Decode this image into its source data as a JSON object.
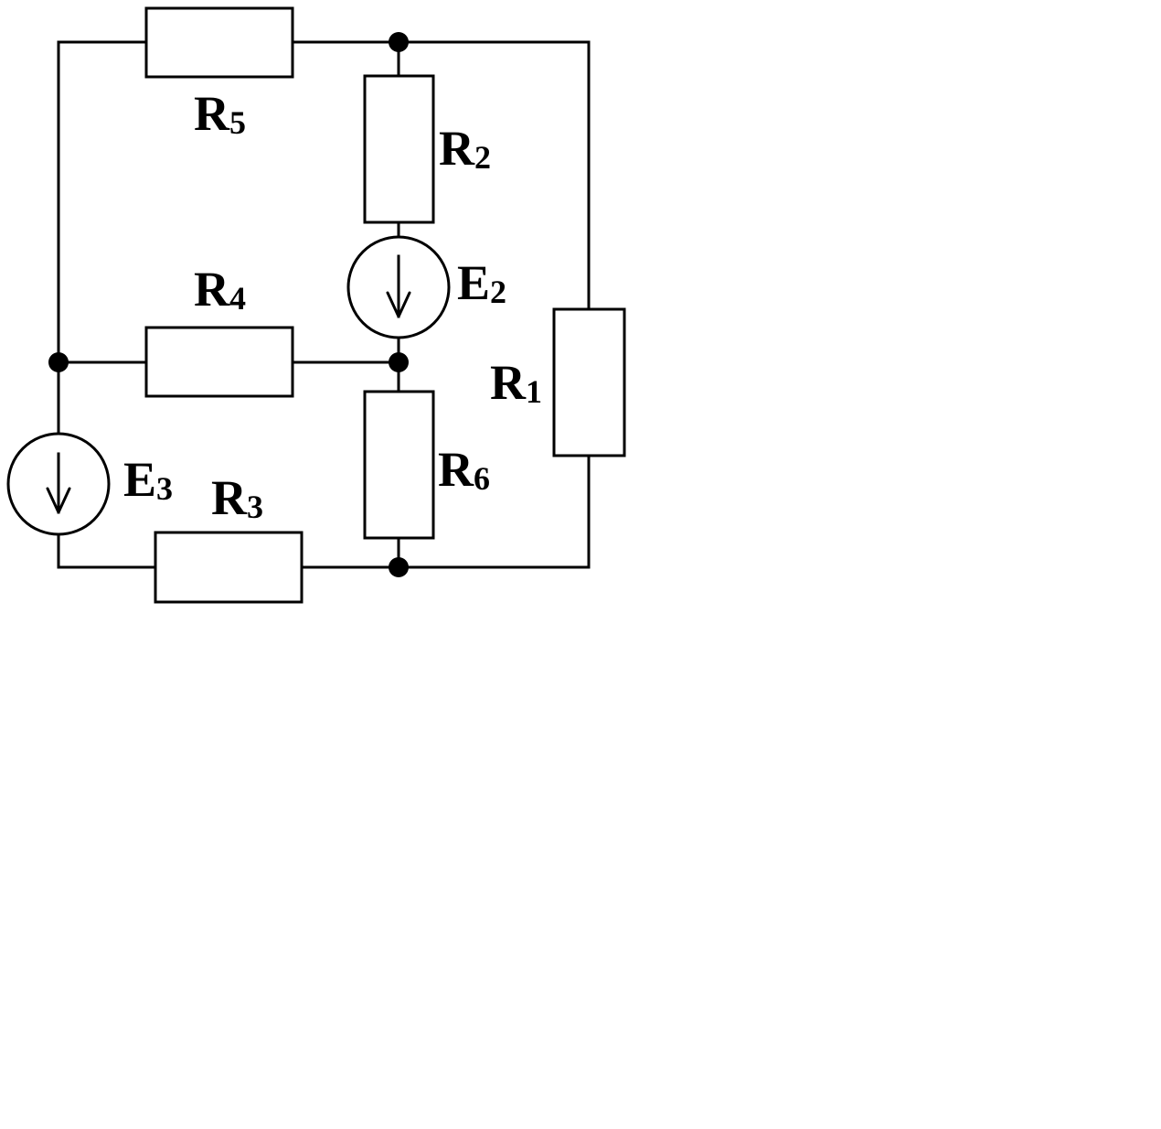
{
  "diagram": {
    "resistors": {
      "r1": {
        "name": "R",
        "sub": "1"
      },
      "r2": {
        "name": "R",
        "sub": "2"
      },
      "r3": {
        "name": "R",
        "sub": "3"
      },
      "r4": {
        "name": "R",
        "sub": "4"
      },
      "r5": {
        "name": "R",
        "sub": "5"
      },
      "r6": {
        "name": "R",
        "sub": "6"
      }
    },
    "sources": {
      "e2": {
        "name": "E",
        "sub": "2",
        "direction": "down"
      },
      "e3": {
        "name": "E",
        "sub": "3",
        "direction": "down"
      }
    }
  }
}
